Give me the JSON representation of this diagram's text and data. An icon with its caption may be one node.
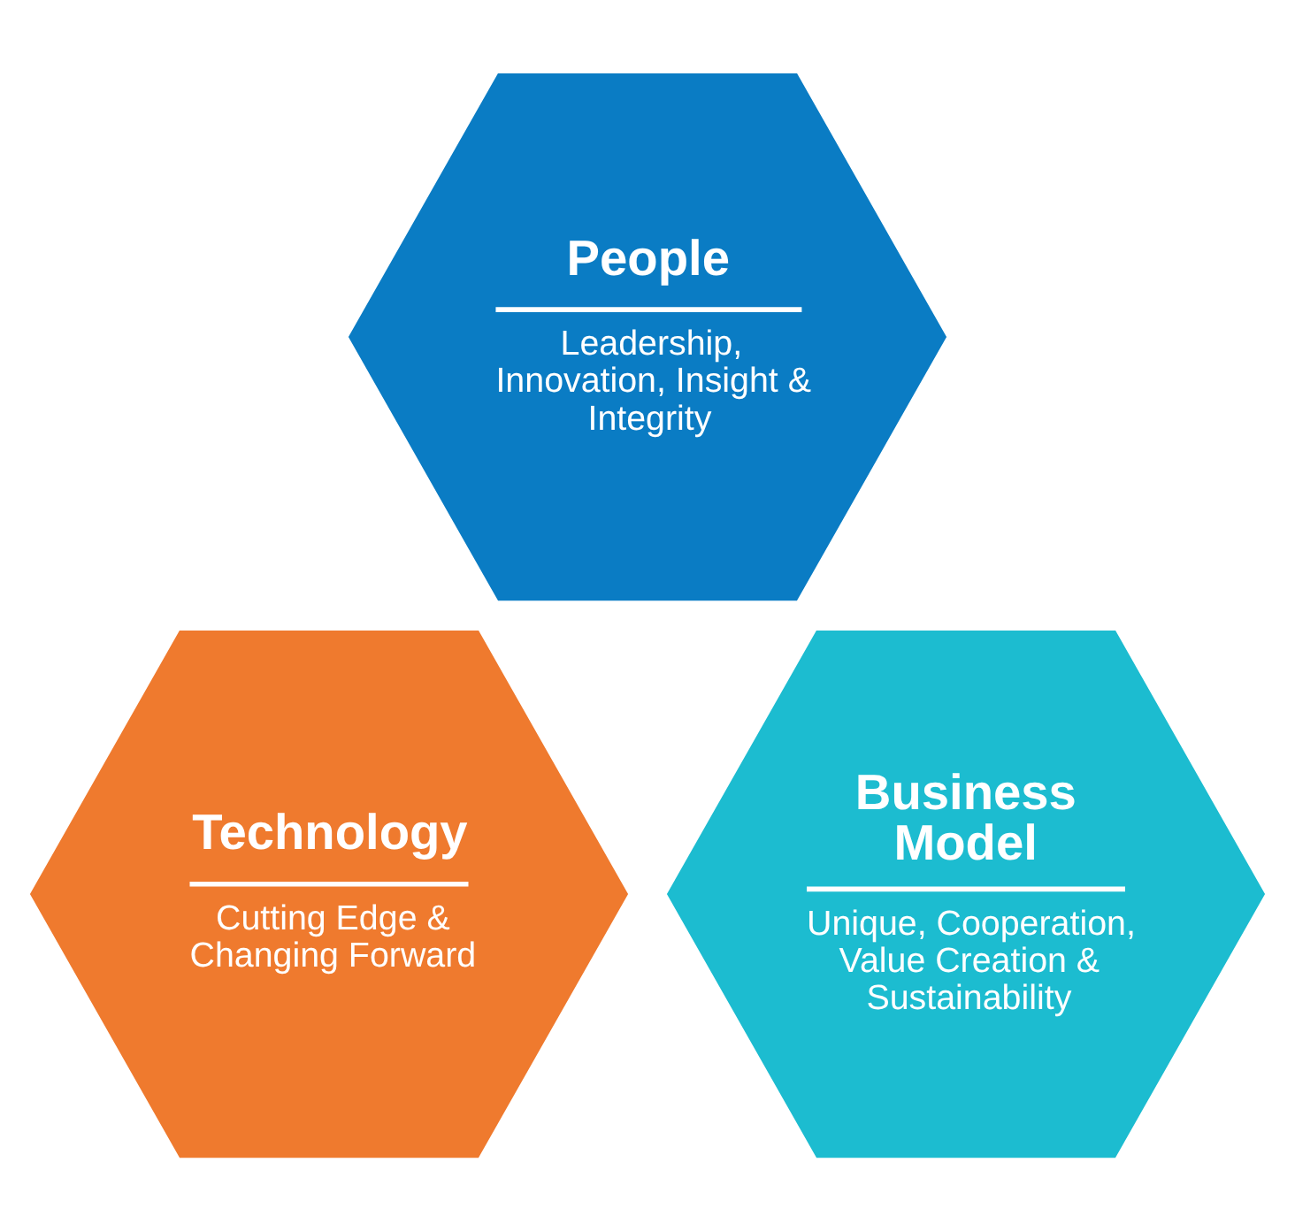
{
  "diagram": {
    "nodes": [
      {
        "text": [
          "People",
          "Leadership, Innovation, Insight & Integrity"
        ]
      },
      {
        "text": [
          "Technology",
          "Cutting Edge & Changing Forward"
        ]
      },
      {
        "text": [
          "Business Model",
          "Unique, Cooperation, Value Creation & Sustainability"
        ]
      }
    ],
    "edges": []
  }
}
